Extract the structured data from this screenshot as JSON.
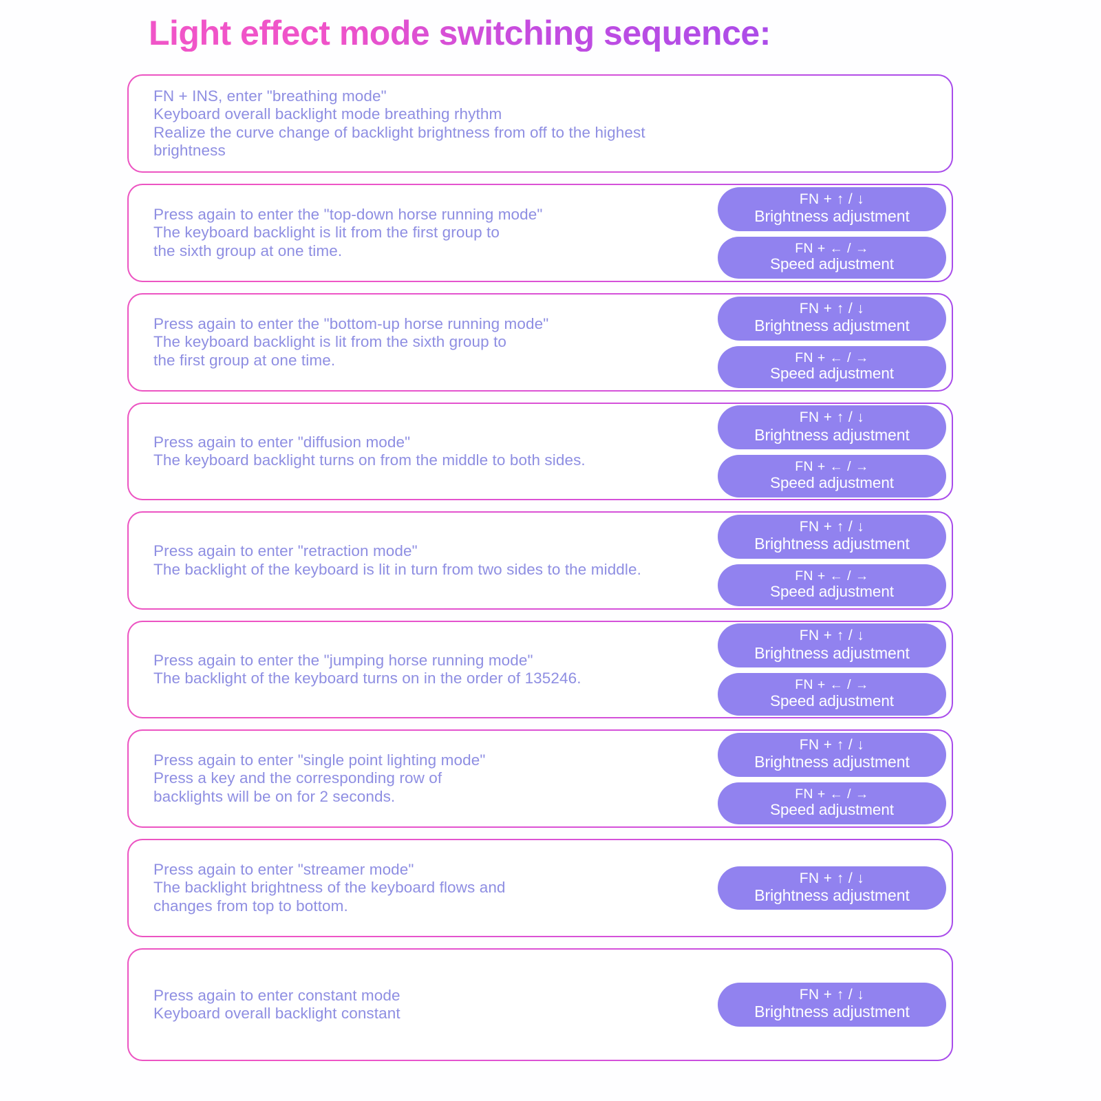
{
  "page": {
    "title": "Light effect mode switching sequence:",
    "title_gradient_from": "#f055c8",
    "title_gradient_to": "#a84ceb",
    "background": "#ffffff",
    "card_border_gradient_from": "#ec54c2",
    "card_border_gradient_to": "#a84ceb",
    "body_text_color": "#8e8ee2",
    "button_color": "#9182ef",
    "button_text_color": "#ffffff"
  },
  "buttons": {
    "brightness": {
      "keys": "FN + ↑ / ↓",
      "label": "Brightness adjustment"
    },
    "speed": {
      "keys": "FN + ← / →",
      "label": "Speed adjustment"
    }
  },
  "cards": [
    {
      "text": "FN + INS, enter \"breathing mode\"\nKeyboard overall backlight mode breathing rhythm\nRealize the curve change of backlight brightness from off to the highest brightness",
      "has_brightness": false,
      "has_speed": false
    },
    {
      "text": "Press again to enter the \"top-down horse running mode\"\nThe keyboard backlight is lit from the first group to\nthe sixth group at one time.",
      "has_brightness": true,
      "has_speed": true
    },
    {
      "text": "Press again to enter the \"bottom-up horse running mode\"\nThe keyboard backlight is lit from the sixth group to\nthe first group at one time.",
      "has_brightness": true,
      "has_speed": true
    },
    {
      "text": "Press again to enter \"diffusion mode\"\nThe keyboard backlight turns on from the middle to both sides.",
      "has_brightness": true,
      "has_speed": true
    },
    {
      "text": "Press again to enter \"retraction mode\"\nThe backlight of the keyboard is lit in turn from two sides to the middle.",
      "has_brightness": true,
      "has_speed": true
    },
    {
      "text": "Press again to enter the \"jumping horse running mode\"\nThe backlight of the keyboard turns on in the order of 135246.",
      "has_brightness": true,
      "has_speed": true
    },
    {
      "text": "Press again to enter \"single point lighting mode\"\nPress a key and the corresponding row of\nbacklights will be on for 2 seconds.",
      "has_brightness": true,
      "has_speed": true
    },
    {
      "text": "Press again to enter \"streamer mode\"\nThe backlight brightness of the keyboard flows and\nchanges from top to bottom.",
      "has_brightness": true,
      "has_speed": false
    },
    {
      "text": "Press again to enter constant mode\nKeyboard overall backlight constant",
      "has_brightness": true,
      "has_speed": false
    }
  ]
}
